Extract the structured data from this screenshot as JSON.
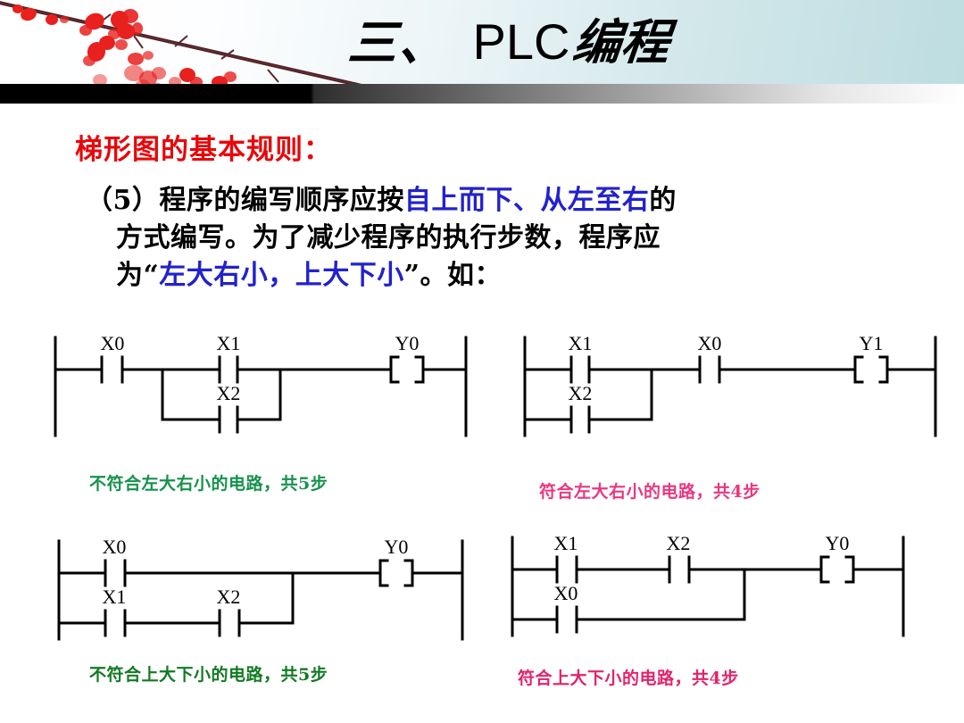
{
  "header": {
    "title_cn": "三、",
    "title_en": "PLC",
    "title_cn2": "编程",
    "decoration": "plum-blossom-branch"
  },
  "content": {
    "rule_title": "梯形图的基本规则：",
    "paragraph": {
      "line1_a": "（5）程序的编写顺序应按",
      "line1_blue": "自上而下、从左至右",
      "line1_b": "的",
      "line2": "方式编写。为了减少程序的执行步数，程序应",
      "line3_a": "为“",
      "line3_blue": "左大右小，上大下小",
      "line3_b": "”。如："
    }
  },
  "ladders": [
    {
      "id": "ladder-1",
      "caption": "不符合左大右小的电路，共5步",
      "caption_color": "#16924c",
      "elements": [
        {
          "type": "contact",
          "label": "X0",
          "position": "series-1"
        },
        {
          "type": "contact",
          "label": "X1",
          "position": "parallel-top"
        },
        {
          "type": "contact",
          "label": "X2",
          "position": "parallel-bottom"
        },
        {
          "type": "coil",
          "label": "Y0",
          "position": "output"
        }
      ],
      "steps": 5
    },
    {
      "id": "ladder-2",
      "caption": "符合左大右小的电路，共4步",
      "caption_color": "#e8387f",
      "elements": [
        {
          "type": "contact",
          "label": "X1",
          "position": "parallel-top"
        },
        {
          "type": "contact",
          "label": "X2",
          "position": "parallel-bottom"
        },
        {
          "type": "contact",
          "label": "X0",
          "position": "series-2"
        },
        {
          "type": "coil",
          "label": "Y1",
          "position": "output"
        }
      ],
      "steps": 4
    },
    {
      "id": "ladder-3",
      "caption": "不符合上大下小的电路，共5步",
      "caption_color": "#127a22",
      "elements": [
        {
          "type": "contact",
          "label": "X0",
          "position": "branch-top"
        },
        {
          "type": "contact",
          "label": "X1",
          "position": "branch-bottom-1"
        },
        {
          "type": "contact",
          "label": "X2",
          "position": "branch-bottom-2"
        },
        {
          "type": "coil",
          "label": "Y0",
          "position": "output"
        }
      ],
      "steps": 5
    },
    {
      "id": "ladder-4",
      "caption": "符合上大下小的电路，共4步",
      "caption_color": "#e4226b",
      "elements": [
        {
          "type": "contact",
          "label": "X1",
          "position": "branch-top-1"
        },
        {
          "type": "contact",
          "label": "X2",
          "position": "branch-top-2"
        },
        {
          "type": "contact",
          "label": "X0",
          "position": "branch-bottom"
        },
        {
          "type": "coil",
          "label": "Y0",
          "position": "output"
        }
      ],
      "steps": 4
    }
  ],
  "colors": {
    "rule_title": "#e8070a",
    "emphasis": "#2222cc",
    "header_right": "#bddde1",
    "blossom": "#e8201e"
  }
}
